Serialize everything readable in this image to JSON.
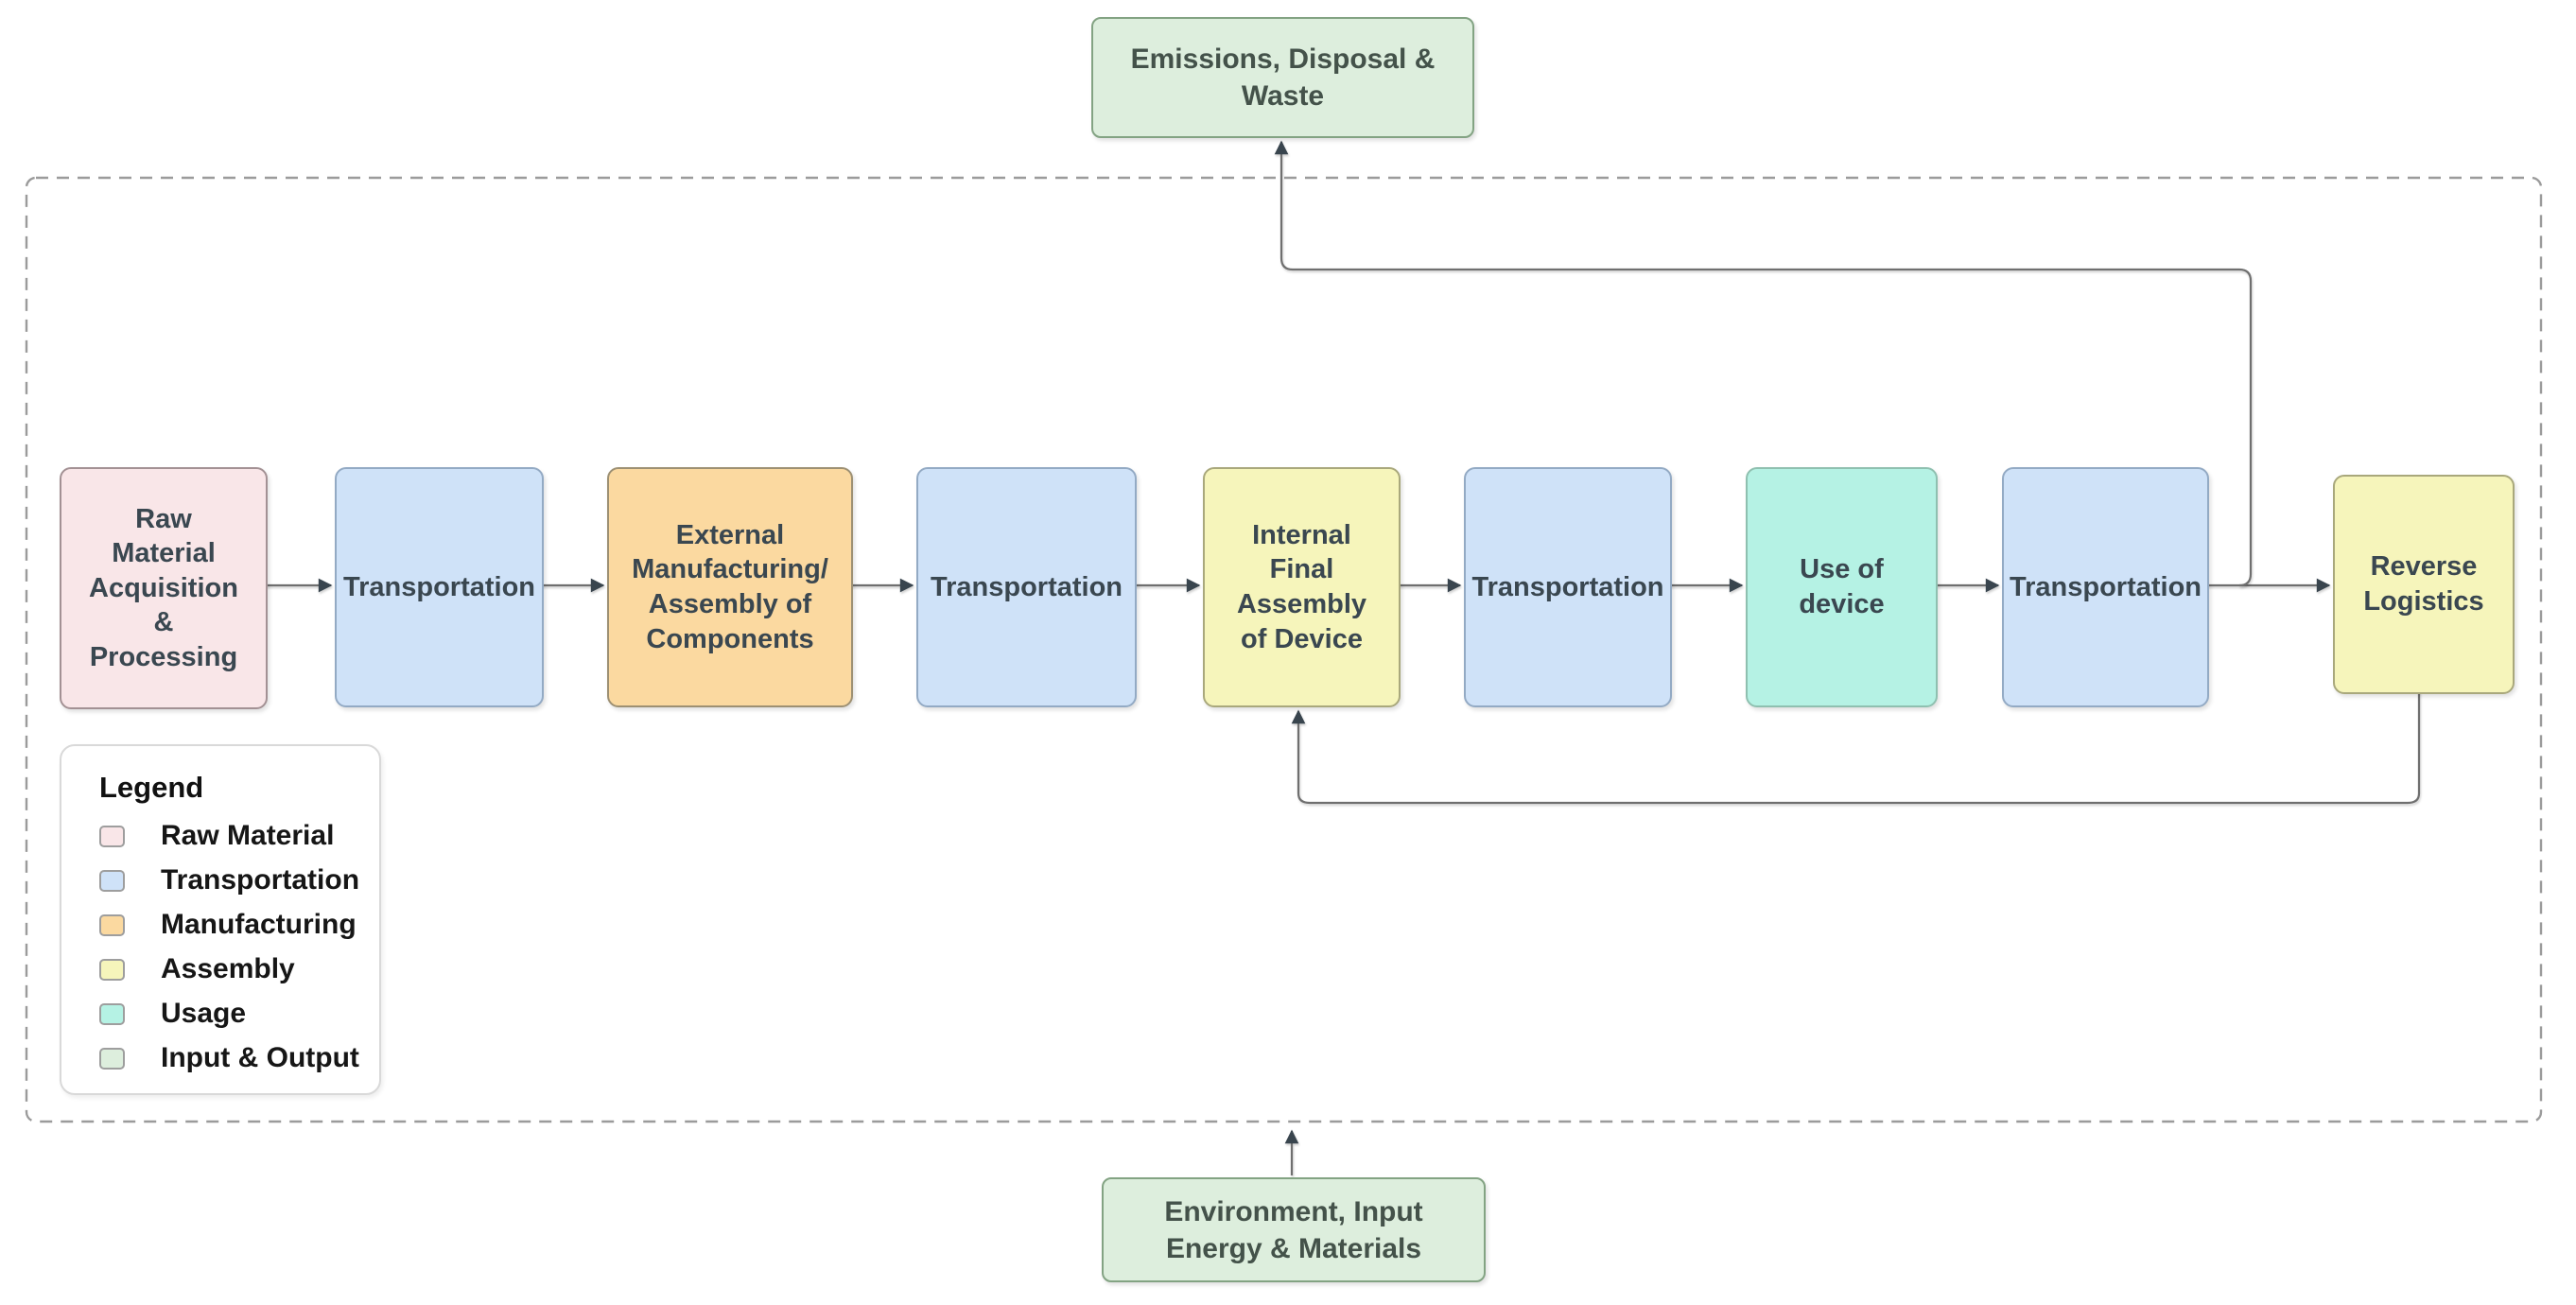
{
  "diagram": {
    "io_style": {
      "fill": "#ddeedd",
      "border": "#83a383",
      "text": "#44524a"
    },
    "io_top": {
      "label": "Emissions, Disposal &\nWaste"
    },
    "io_bottom": {
      "label": "Environment, Input\nEnergy & Materials"
    },
    "nodes": [
      {
        "label": "Raw\nMaterial\nAcquisition\n&\nProcessing",
        "category": "raw-material",
        "fill": "#f9e6e8",
        "border": "#a39194",
        "text": "#3a4750"
      },
      {
        "label": "Transportation",
        "category": "transportation",
        "fill": "#cfe2f8",
        "border": "#93aac4",
        "text": "#3a4750"
      },
      {
        "label": "External\nManufacturing/\nAssembly of\nComponents",
        "category": "manufacturing",
        "fill": "#fbd9a0",
        "border": "#9d9073",
        "text": "#3a4750"
      },
      {
        "label": "Transportation",
        "category": "transportation",
        "fill": "#cfe2f8",
        "border": "#93aac4",
        "text": "#3a4750"
      },
      {
        "label": "Internal\nFinal\nAssembly\nof Device",
        "category": "assembly",
        "fill": "#f6f5bb",
        "border": "#a9a87c",
        "text": "#3a4750"
      },
      {
        "label": "Transportation",
        "category": "transportation",
        "fill": "#cfe2f8",
        "border": "#93aac4",
        "text": "#3a4750"
      },
      {
        "label": "Use of\ndevice",
        "category": "usage",
        "fill": "#b5f2e4",
        "border": "#8fc0b0",
        "text": "#3a4750"
      },
      {
        "label": "Transportation",
        "category": "transportation",
        "fill": "#cfe2f8",
        "border": "#93aac4",
        "text": "#3a4750"
      },
      {
        "label": "Reverse\nLogistics",
        "category": "assembly",
        "fill": "#f6f5bb",
        "border": "#a9a87c",
        "text": "#3a4750"
      }
    ],
    "legend": {
      "title": "Legend",
      "items": [
        {
          "label": "Raw Material",
          "color": "#f9e6e8"
        },
        {
          "label": "Transportation",
          "color": "#cfe2f8"
        },
        {
          "label": "Manufacturing",
          "color": "#fbd9a0"
        },
        {
          "label": "Assembly",
          "color": "#f6f5bb"
        },
        {
          "label": "Usage",
          "color": "#b5f2e4"
        },
        {
          "label": "Input & Output",
          "color": "#ddeedd"
        }
      ]
    },
    "colors": {
      "connector": "#6f6f6f",
      "arrowhead": "#39454e",
      "boundary": "#9b9b9b",
      "background": "#ffffff"
    }
  }
}
